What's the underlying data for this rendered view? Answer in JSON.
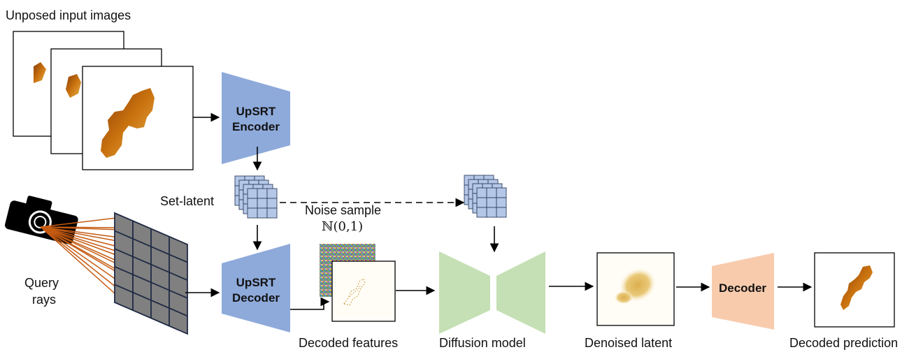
{
  "labels": {
    "unposed_inputs": "Unposed input images",
    "set_latent": "Set-latent",
    "noise_sample": "Noise sample",
    "noise_dist": "ℕ(0,1)",
    "query_rays_line1": "Query",
    "query_rays_line2": "rays",
    "decoded_features": "Decoded features",
    "diffusion_model": "Diffusion model",
    "denoised_latent": "Denoised latent",
    "decoded_prediction": "Decoded prediction"
  },
  "blocks": {
    "encoder_line1": "UpSRT",
    "encoder_line2": "Encoder",
    "decoder_line1": "UpSRT",
    "decoder_line2": "Decoder",
    "final_decoder": "Decoder"
  },
  "colors": {
    "upsrt_blue": "#8eaadb",
    "diffusion_green": "#c5e0b4",
    "decoder_peach": "#f8cbad",
    "latent_cube": "#b4c7e7",
    "ray_orange": "#c55a11",
    "grid_gray": "#808080",
    "grid_line": "#1f2a44"
  }
}
